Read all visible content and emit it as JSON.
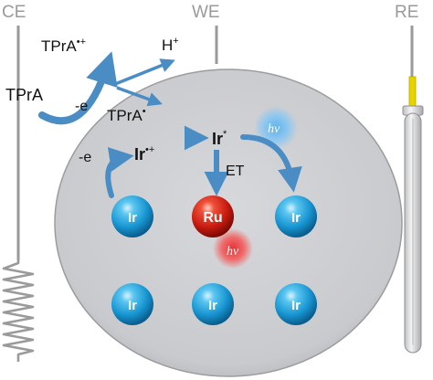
{
  "electrodes": {
    "counter": "CE",
    "working": "WE",
    "reference": "RE"
  },
  "species": {
    "tpra": "TPrA",
    "tpra_radical_cation": "TPrA",
    "tpra_radical_cation_charge": "•+",
    "proton": "H",
    "proton_charge": "+",
    "tpra_radical": "TPrA",
    "tpra_radical_dot": "•",
    "ir_excited": "Ir",
    "ir_excited_mark": "*",
    "ir_radical_cation": "Ir",
    "ir_radical_cation_charge": "•+"
  },
  "steps": {
    "oxidation_top": "-e",
    "oxidation_left": "-e",
    "energy_transfer": "ET",
    "emission_ir": "hv",
    "emission_ru": "hv"
  },
  "emitters": {
    "iridium": "Ir",
    "ruthenium": "Ru"
  },
  "colors": {
    "electrode_gray": "#9a9a9a",
    "disc_fill": "#cfd0d3",
    "arrow_blue": "#4a8cc4",
    "iridium_blue": "#1a9fd8",
    "ruthenium_red": "#d8261a",
    "ir_glow": "#8ec7f0",
    "ru_glow": "#f06a6a",
    "electrode_tip_yellow": "#e6d400"
  }
}
